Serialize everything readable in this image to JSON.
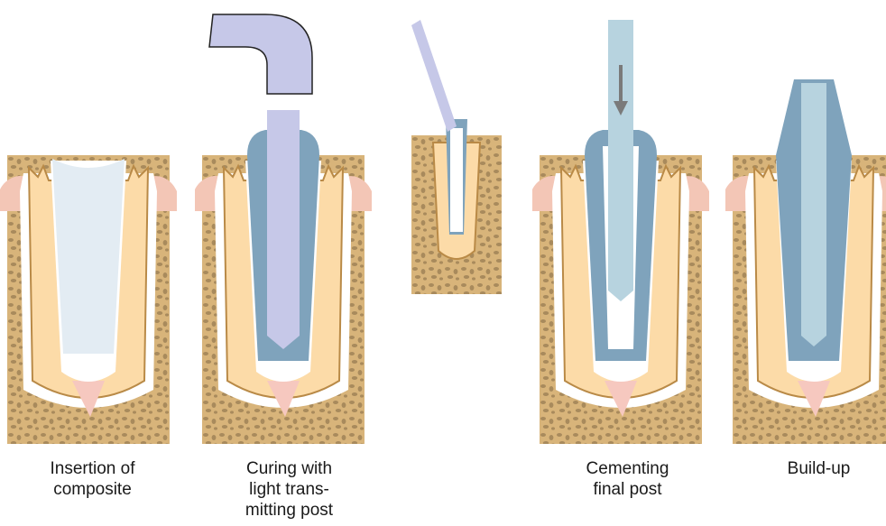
{
  "figure": {
    "panels": [
      {
        "id": "panel-1",
        "caption": [
          "Insertion of",
          "composite"
        ]
      },
      {
        "id": "panel-2",
        "caption": [
          "Curing with",
          "light trans-",
          "mitting post"
        ]
      },
      {
        "id": "panel-3",
        "caption": []
      },
      {
        "id": "panel-4",
        "caption": [
          "Cementing",
          "final post"
        ]
      },
      {
        "id": "panel-5",
        "caption": [
          "Build-up"
        ]
      }
    ],
    "colors": {
      "bone": "#d8b47a",
      "bone_pores": "#a88a5c",
      "gum": "#f3c6b6",
      "dentin": "#fcdba8",
      "dentin_outline": "#b98a47",
      "pulp_apex": "#f6c8bf",
      "composite_uncured": "#e3ecf3",
      "composite_cured": "#7fa3bc",
      "light_post": "#c6c8e8",
      "final_post": "#b7d3df",
      "arrow": "#7a7a7a"
    }
  }
}
